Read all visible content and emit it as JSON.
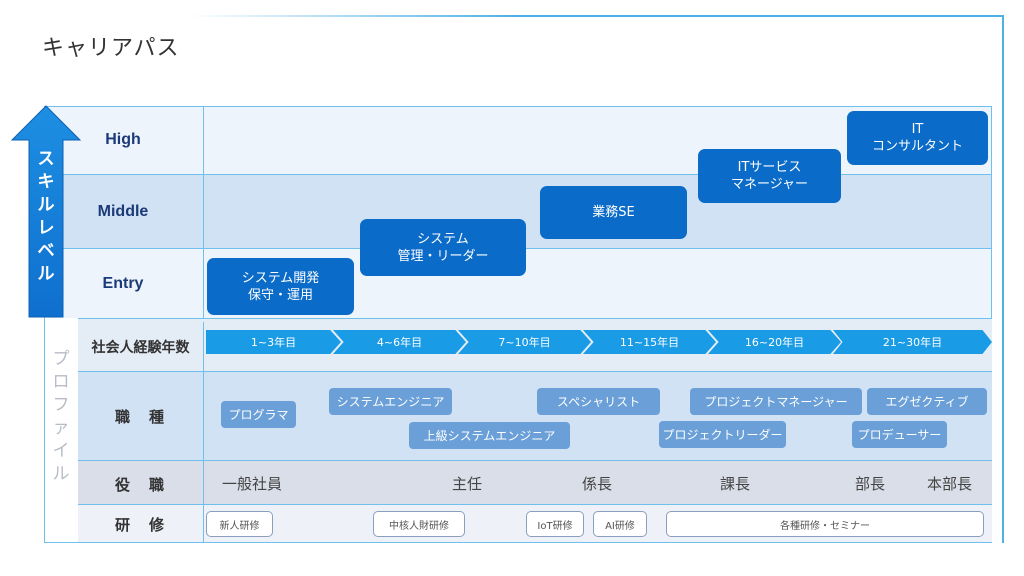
{
  "title": "キャリアパス",
  "skill_axis": {
    "chars": [
      "ス",
      "キ",
      "ル",
      "レ",
      "ベ",
      "ル"
    ]
  },
  "skill_levels": [
    "High",
    "Middle",
    "Entry"
  ],
  "profile_axis": {
    "chars": [
      "プ",
      "ロ",
      "フ",
      "ァ",
      "イ",
      "ル"
    ]
  },
  "skill_boxes": [
    {
      "text": "システム開発\n保守・運用"
    },
    {
      "text": "システム\n管理・リーダー"
    },
    {
      "text": "業務SE"
    },
    {
      "text": "ITサービス\nマネージャー"
    },
    {
      "text": "IT\nコンサルタント"
    }
  ],
  "row_labels": {
    "years": "社会人経験年数",
    "job": "職　種",
    "position": "役　職",
    "training": "研　修"
  },
  "years": [
    "1~3年目",
    "4~6年目",
    "7~10年目",
    "11~15年目",
    "16~20年目",
    "21~30年目"
  ],
  "jobs": [
    "プログラマ",
    "システムエンジニア",
    "上級システムエンジニア",
    "スペシャリスト",
    "プロジェクトリーダー",
    "プロジェクトマネージャー",
    "エグゼクティブ",
    "プロデューサー"
  ],
  "positions": [
    "一般社員",
    "主任",
    "係長",
    "課長",
    "部長",
    "本部長"
  ],
  "trainings": [
    "新人研修",
    "中核人財研修",
    "IoT研修",
    "AI研修",
    "各種研修・セミナー"
  ],
  "colors": {
    "skill_box": "#0a6bc8",
    "arrow": "#1a8ee0",
    "chevron": "#1a9be6",
    "job_box": "#6a9fd8",
    "row_band": "#d2e2f5",
    "position_band": "#d9dee8",
    "line": "#6fc0ea"
  }
}
